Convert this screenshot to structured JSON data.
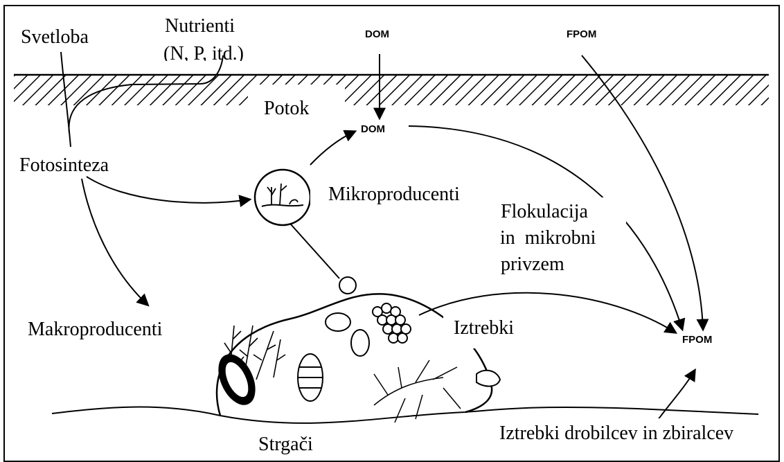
{
  "labels": {
    "svetloba": "Svetloba",
    "nutrienti_1": "Nutrienti",
    "nutrienti_2": "(N, P, itd.)",
    "dom_top": "DOM",
    "fpom_top": "FPOM",
    "potok": "Potok",
    "dom_mid": "DOM",
    "fotosinteza": "Fotosinteza",
    "mikroproducenti": "Mikroproducenti",
    "flokulacija_1": "Flokulacija",
    "flokulacija_2": "in  mikrobni",
    "flokulacija_3": "privzem",
    "makroproducenti": "Makroproducenti",
    "iztrebki_strgacev": "Iztrebki",
    "fpom_right": "FPOM",
    "strgaci": "Strgači",
    "iztrebki_drobilcev": "Iztrebki drobilcev in zbiralcev"
  },
  "colors": {
    "ink": "#000000",
    "background": "#ffffff"
  }
}
